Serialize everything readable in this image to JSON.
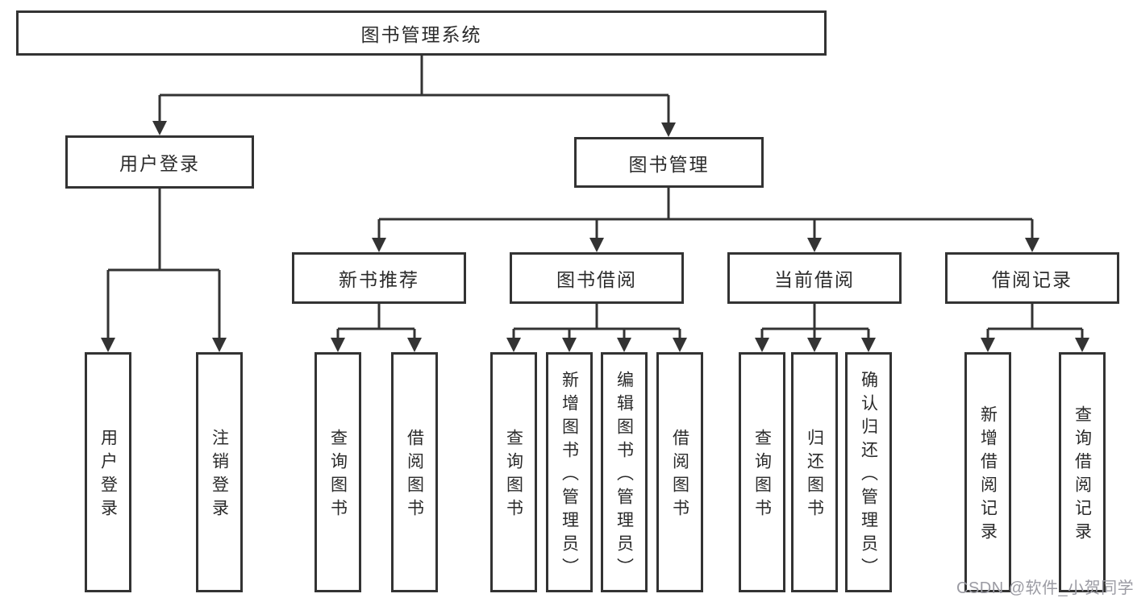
{
  "diagram": {
    "root": {
      "label": "图书管理系统"
    },
    "level2": [
      {
        "id": "user-login",
        "label": "用户登录"
      },
      {
        "id": "book-management",
        "label": "图书管理"
      }
    ],
    "level3": [
      {
        "id": "new-book-recommend",
        "label": "新书推荐"
      },
      {
        "id": "book-borrowing",
        "label": "图书借阅"
      },
      {
        "id": "current-borrowing",
        "label": "当前借阅"
      },
      {
        "id": "borrowing-records",
        "label": "借阅记录"
      }
    ],
    "leaves": [
      {
        "parent": "user-login",
        "label": "用户登录"
      },
      {
        "parent": "user-login",
        "label": "注销登录"
      },
      {
        "parent": "new-book-recommend",
        "label": "查询图书"
      },
      {
        "parent": "new-book-recommend",
        "label": "借阅图书"
      },
      {
        "parent": "book-borrowing",
        "label": "查询图书"
      },
      {
        "parent": "book-borrowing",
        "label": "新增图书（管理员）"
      },
      {
        "parent": "book-borrowing",
        "label": "编辑图书（管理员）"
      },
      {
        "parent": "book-borrowing",
        "label": "借阅图书"
      },
      {
        "parent": "current-borrowing",
        "label": "查询图书"
      },
      {
        "parent": "current-borrowing",
        "label": "归还图书"
      },
      {
        "parent": "current-borrowing",
        "label": "确认归还（管理员）"
      },
      {
        "parent": "borrowing-records",
        "label": "新增借阅记录"
      },
      {
        "parent": "borrowing-records",
        "label": "查询借阅记录"
      }
    ],
    "colors": {
      "line": "#333333",
      "text": "#2b2b2b",
      "box_background": "#ffffff",
      "page_background": "#ffffff"
    }
  },
  "watermark": {
    "text": "CSDN @软件_小贺同学",
    "color": "#9b9ba3"
  }
}
